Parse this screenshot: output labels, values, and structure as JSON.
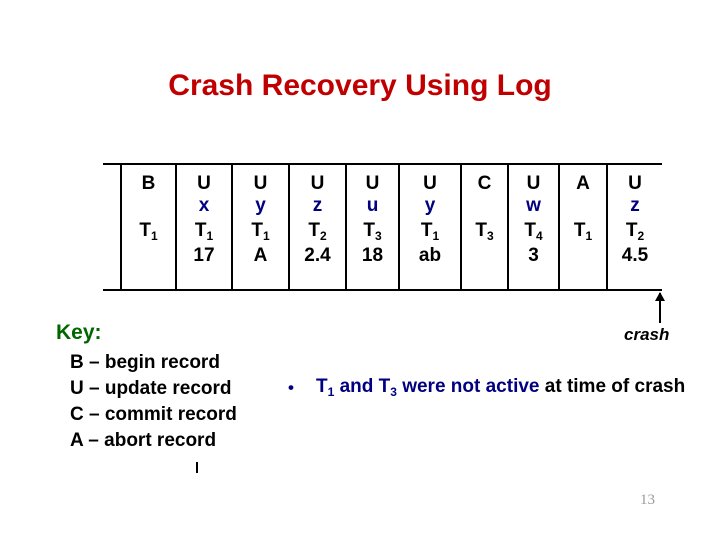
{
  "slide": {
    "title": "Crash Recovery Using Log",
    "page_number": "13",
    "title_color": "#c00000",
    "item_color": "#000080",
    "key_color": "#006600"
  },
  "log_table": {
    "columns": [
      {
        "type": "",
        "item": "",
        "txn": "",
        "txn_sub": "",
        "value": ""
      },
      {
        "type": "B",
        "item": "",
        "txn": "T",
        "txn_sub": "1",
        "value": ""
      },
      {
        "type": "U",
        "item": "x",
        "txn": "T",
        "txn_sub": "1",
        "value": "17"
      },
      {
        "type": "U",
        "item": "y",
        "txn": "T",
        "txn_sub": "1",
        "value": "A"
      },
      {
        "type": "U",
        "item": "z",
        "txn": "T",
        "txn_sub": "2",
        "value": "2.4"
      },
      {
        "type": "U",
        "item": "u",
        "txn": "T",
        "txn_sub": "3",
        "value": "18"
      },
      {
        "type": "U",
        "item": "y",
        "txn": "T",
        "txn_sub": "1",
        "value": "ab"
      },
      {
        "type": "C",
        "item": "",
        "txn": "T",
        "txn_sub": "3",
        "value": ""
      },
      {
        "type": "U",
        "item": "w",
        "txn": "T",
        "txn_sub": "4",
        "value": "3"
      },
      {
        "type": "A",
        "item": "",
        "txn": "T",
        "txn_sub": "1",
        "value": ""
      },
      {
        "type": "U",
        "item": "z",
        "txn": "T",
        "txn_sub": "2",
        "value": "4.5"
      }
    ]
  },
  "crash": {
    "label": "crash"
  },
  "key": {
    "heading": "Key:",
    "entries": [
      "B – begin record",
      "U – update record",
      "C – commit record",
      "A – abort record"
    ]
  },
  "note": {
    "bullet": "•",
    "blue_prefix": "T",
    "blue_prefix_sub": "1",
    "blue_mid": " and T",
    "blue_mid_sub": "3",
    "blue_tail": " were not active",
    "black_tail": " at time of crash"
  }
}
